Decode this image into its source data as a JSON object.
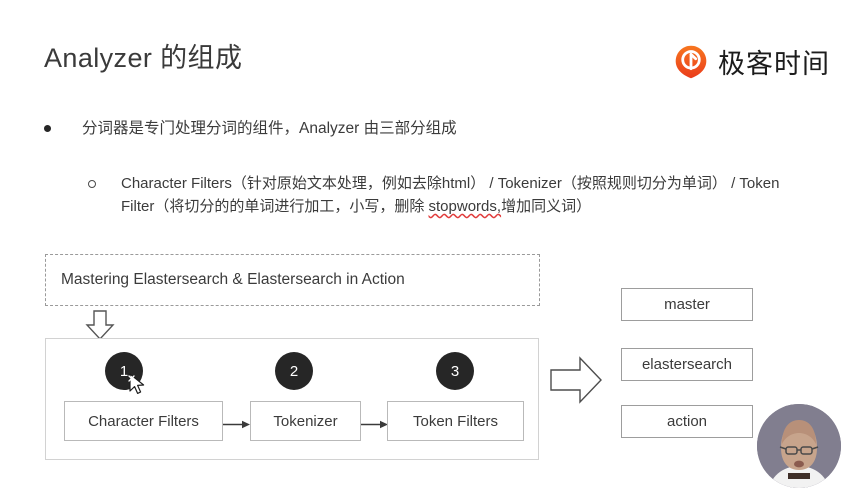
{
  "header": {
    "title": "Analyzer 的组成",
    "brand": {
      "name": "极客时间",
      "logo_icon": "geektime-logo-icon",
      "accent_color": "#f05a28"
    }
  },
  "bullets": {
    "level1": {
      "marker": "filled-bullet-icon",
      "text": "分词器是专门处理分词的组件，Analyzer 由三部分组成"
    },
    "level2": {
      "marker": "hollow-bullet-icon",
      "part1": "Character Filters（针对原始文本处理，例如去除html）  / Tokenizer（按照规则切分为单词）  / Token Filter（将切分的的单词进行加工，小写，删除 ",
      "misspelled": "stopwords,",
      "part2": "增加同义词）"
    }
  },
  "diagram": {
    "input": {
      "label": "Mastering Elastersearch & Elastersearch in Action",
      "style": "dashed-box"
    },
    "down_arrow_icon": "arrow-down-icon",
    "right_arrow_icon": "arrow-right-icon",
    "steps": [
      {
        "number": "1",
        "label": "Character Filters"
      },
      {
        "number": "2",
        "label": "Tokenizer"
      },
      {
        "number": "3",
        "label": "Token Filters"
      }
    ],
    "connector_icon": "arrow-small-right-icon",
    "tokens": [
      {
        "label": "master"
      },
      {
        "label": "elastersearch"
      },
      {
        "label": "action"
      }
    ],
    "colors": {
      "step_circle": "#262626",
      "box_border": "#b9b9b9",
      "dashed_border": "#9a9a9a",
      "text": "#3b3b3b"
    }
  },
  "overlay": {
    "presenter_label": "presenter-video-bubble",
    "cursor_label": "mouse-cursor"
  }
}
